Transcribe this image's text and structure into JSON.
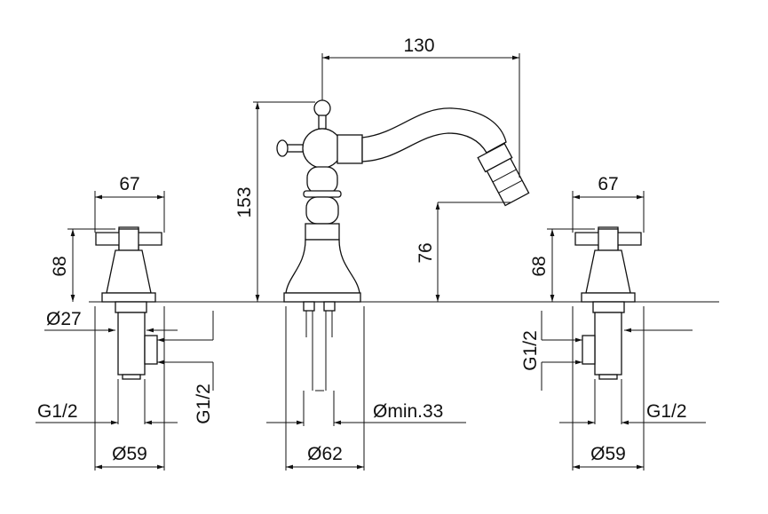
{
  "dimensions": {
    "spout_reach": "130",
    "mixer_height": "153",
    "spout_outlet_height": "76",
    "left_handle_width": "67",
    "left_handle_height": "68",
    "left_shank_diameter": "Ø27",
    "left_connection_thread": "G1/2",
    "left_outlet_thread": "G1/2",
    "left_base_diameter": "Ø59",
    "mixer_base_diameter": "Ø62",
    "hole_min_diameter": "Ømin.33",
    "right_handle_width": "67",
    "right_handle_height": "68",
    "right_outlet_thread": "G1/2",
    "right_connection_thread": "G1/2",
    "right_base_diameter": "Ø59"
  }
}
